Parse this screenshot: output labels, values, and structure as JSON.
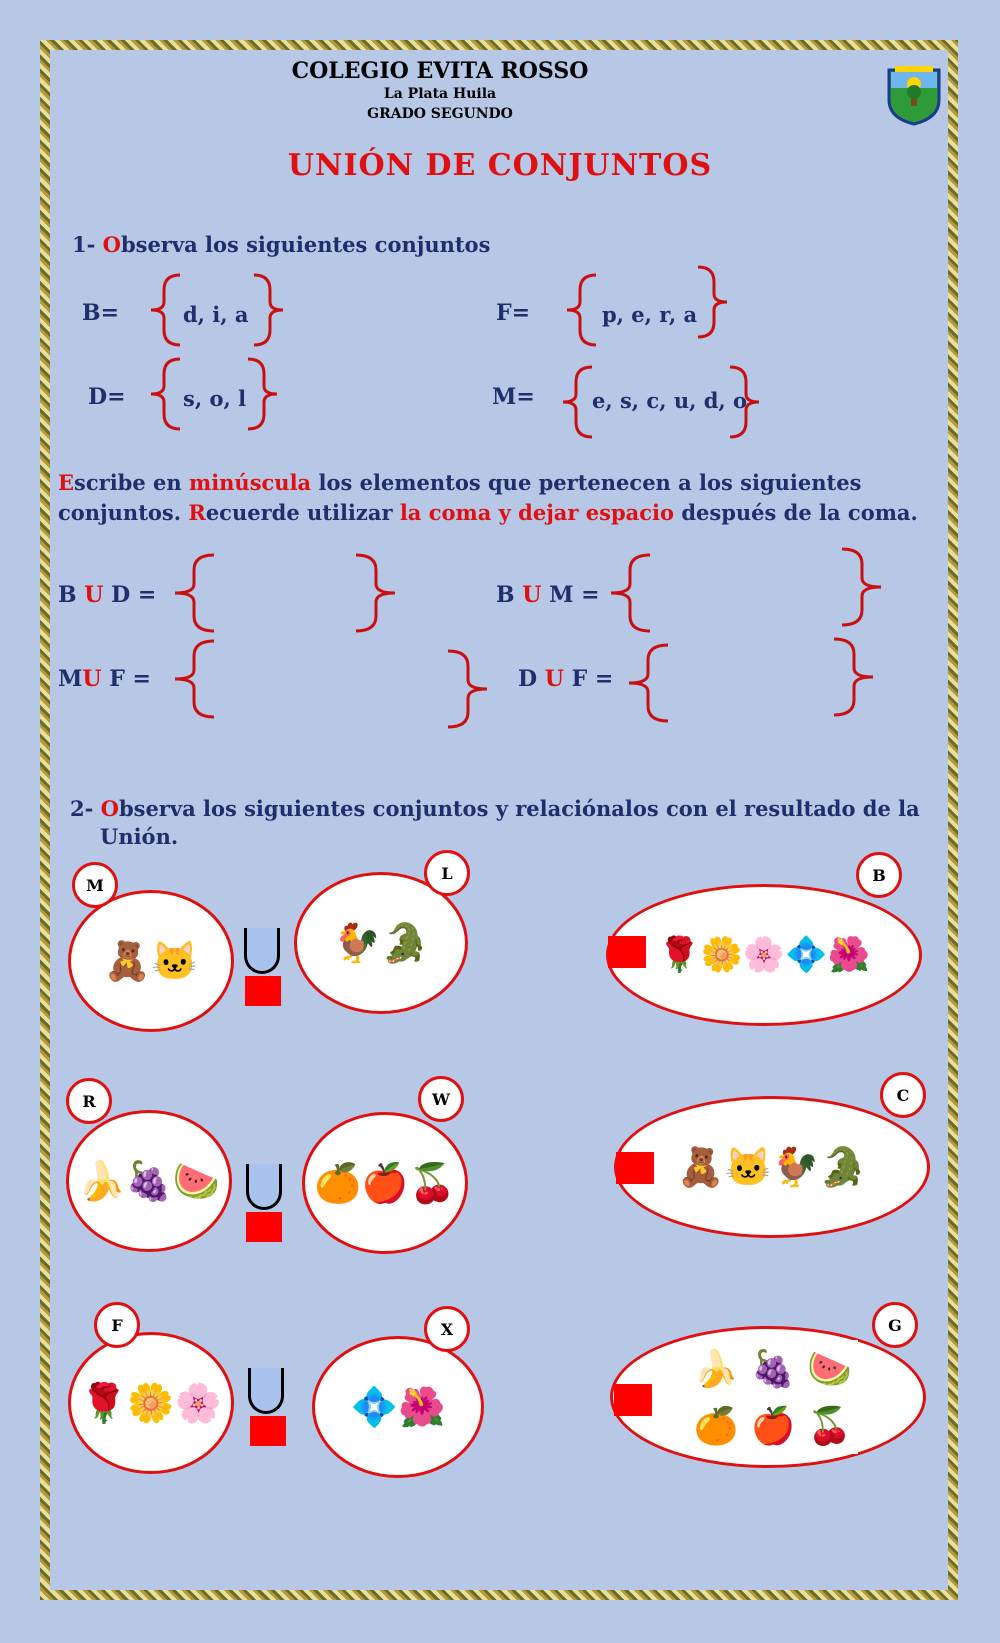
{
  "header": {
    "school": "COLEGIO EVITA ROSSO",
    "city": "La Plata Huila",
    "grade": "GRADO SEGUNDO"
  },
  "title": "UNIÓN DE CONJUNTOS",
  "section1": {
    "num": "1- ",
    "first_letter": "O",
    "rest": "bserva los siguientes conjuntos",
    "sets": [
      {
        "label": "B=",
        "elements": "d, i, a"
      },
      {
        "label": "F=",
        "elements": "p, e, r, a"
      },
      {
        "label": "D=",
        "elements": "s, o, l"
      },
      {
        "label": "M=",
        "elements": "e, s, c, u, d, o"
      }
    ]
  },
  "instructions": {
    "line1_a": "E",
    "line1_b": "scribe en ",
    "line1_c": "minúscula",
    "line1_d": " los elementos que pertenecen a los siguientes",
    "line2_a": "conjuntos. ",
    "line2_b": "R",
    "line2_c": "ecuerde utilizar ",
    "line2_d": "la coma y dejar espacio",
    "line2_e": " después de la coma."
  },
  "unions": [
    {
      "left": "B ",
      "u": "U",
      "right": " D ="
    },
    {
      "left": "B ",
      "u": "U",
      "right": " M ="
    },
    {
      "left": "M",
      "u": "U",
      "right": " F ="
    },
    {
      "left": "D ",
      "u": "U",
      "right": " F ="
    }
  ],
  "section2": {
    "num": "2- ",
    "first_letter": "O",
    "rest": "bserva   los siguientes conjuntos y relaciónalos   con el resultado de la",
    "line2": "Unión."
  },
  "labels": {
    "m": "M",
    "l": "L",
    "b": "B",
    "r": "R",
    "w": "W",
    "c": "C",
    "f": "F",
    "x": "X",
    "g": "G"
  },
  "pictures": {
    "set_m": [
      "🧸",
      "🐱"
    ],
    "set_l": [
      "🐓",
      "🐊"
    ],
    "set_b": [
      "🌹",
      "🌼",
      "🌸",
      "💠",
      "🌺"
    ],
    "set_r": [
      "🍌",
      "🍇",
      "🍉"
    ],
    "set_w": [
      "🍊",
      "🍎",
      "🍒"
    ],
    "set_c": [
      "🧸",
      "🐱",
      "🐓",
      "🐊"
    ],
    "set_f": [
      "🌹",
      "🌼",
      "🌸"
    ],
    "set_x": [
      "💠",
      "🌺"
    ],
    "set_g": [
      "🍌",
      "🍇",
      "🍉",
      "🍊",
      "🍎",
      "🍒"
    ]
  },
  "colors": {
    "accent_red": "#e01010",
    "navy": "#1f2f6b",
    "background": "#b7c7e6"
  }
}
